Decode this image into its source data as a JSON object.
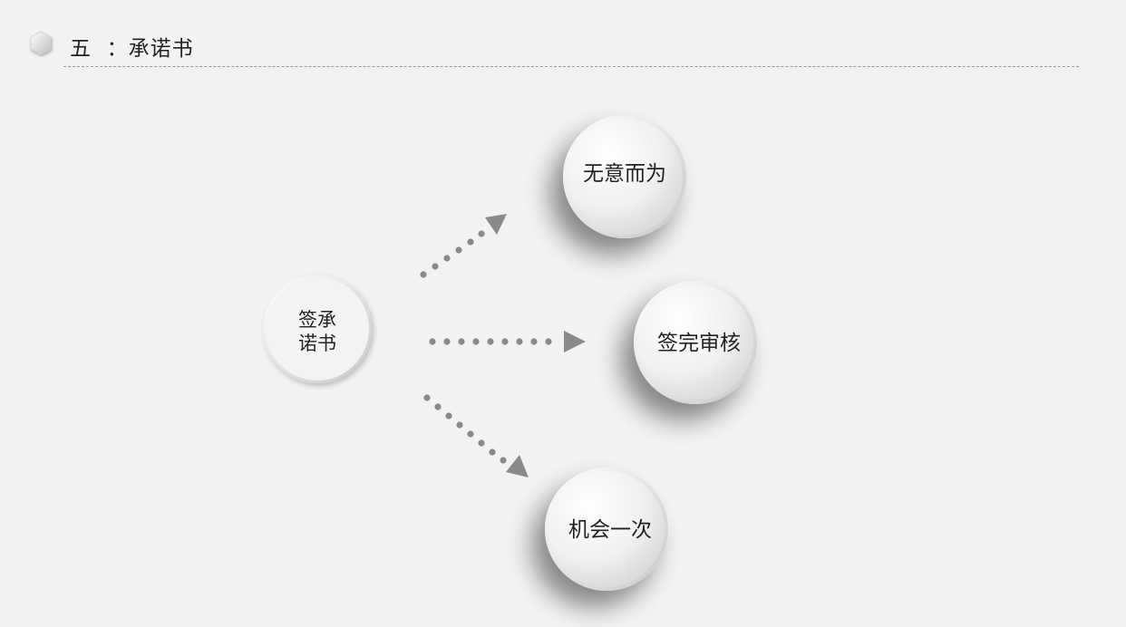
{
  "header": {
    "section_number": "五",
    "separator": "：",
    "title": "承诺书"
  },
  "diagram": {
    "center": {
      "line1": "签承",
      "line2": "诺书"
    },
    "outcomes": [
      {
        "label": "无意而为"
      },
      {
        "label": "签完审核"
      },
      {
        "label": "机会一次"
      }
    ]
  },
  "colors": {
    "background": "#f2f2f2",
    "arrow": "#8a8a8a",
    "text": "#222222"
  },
  "icons": {
    "section_marker": "hexagon-icon",
    "connector": "dotted-arrow-icon"
  }
}
